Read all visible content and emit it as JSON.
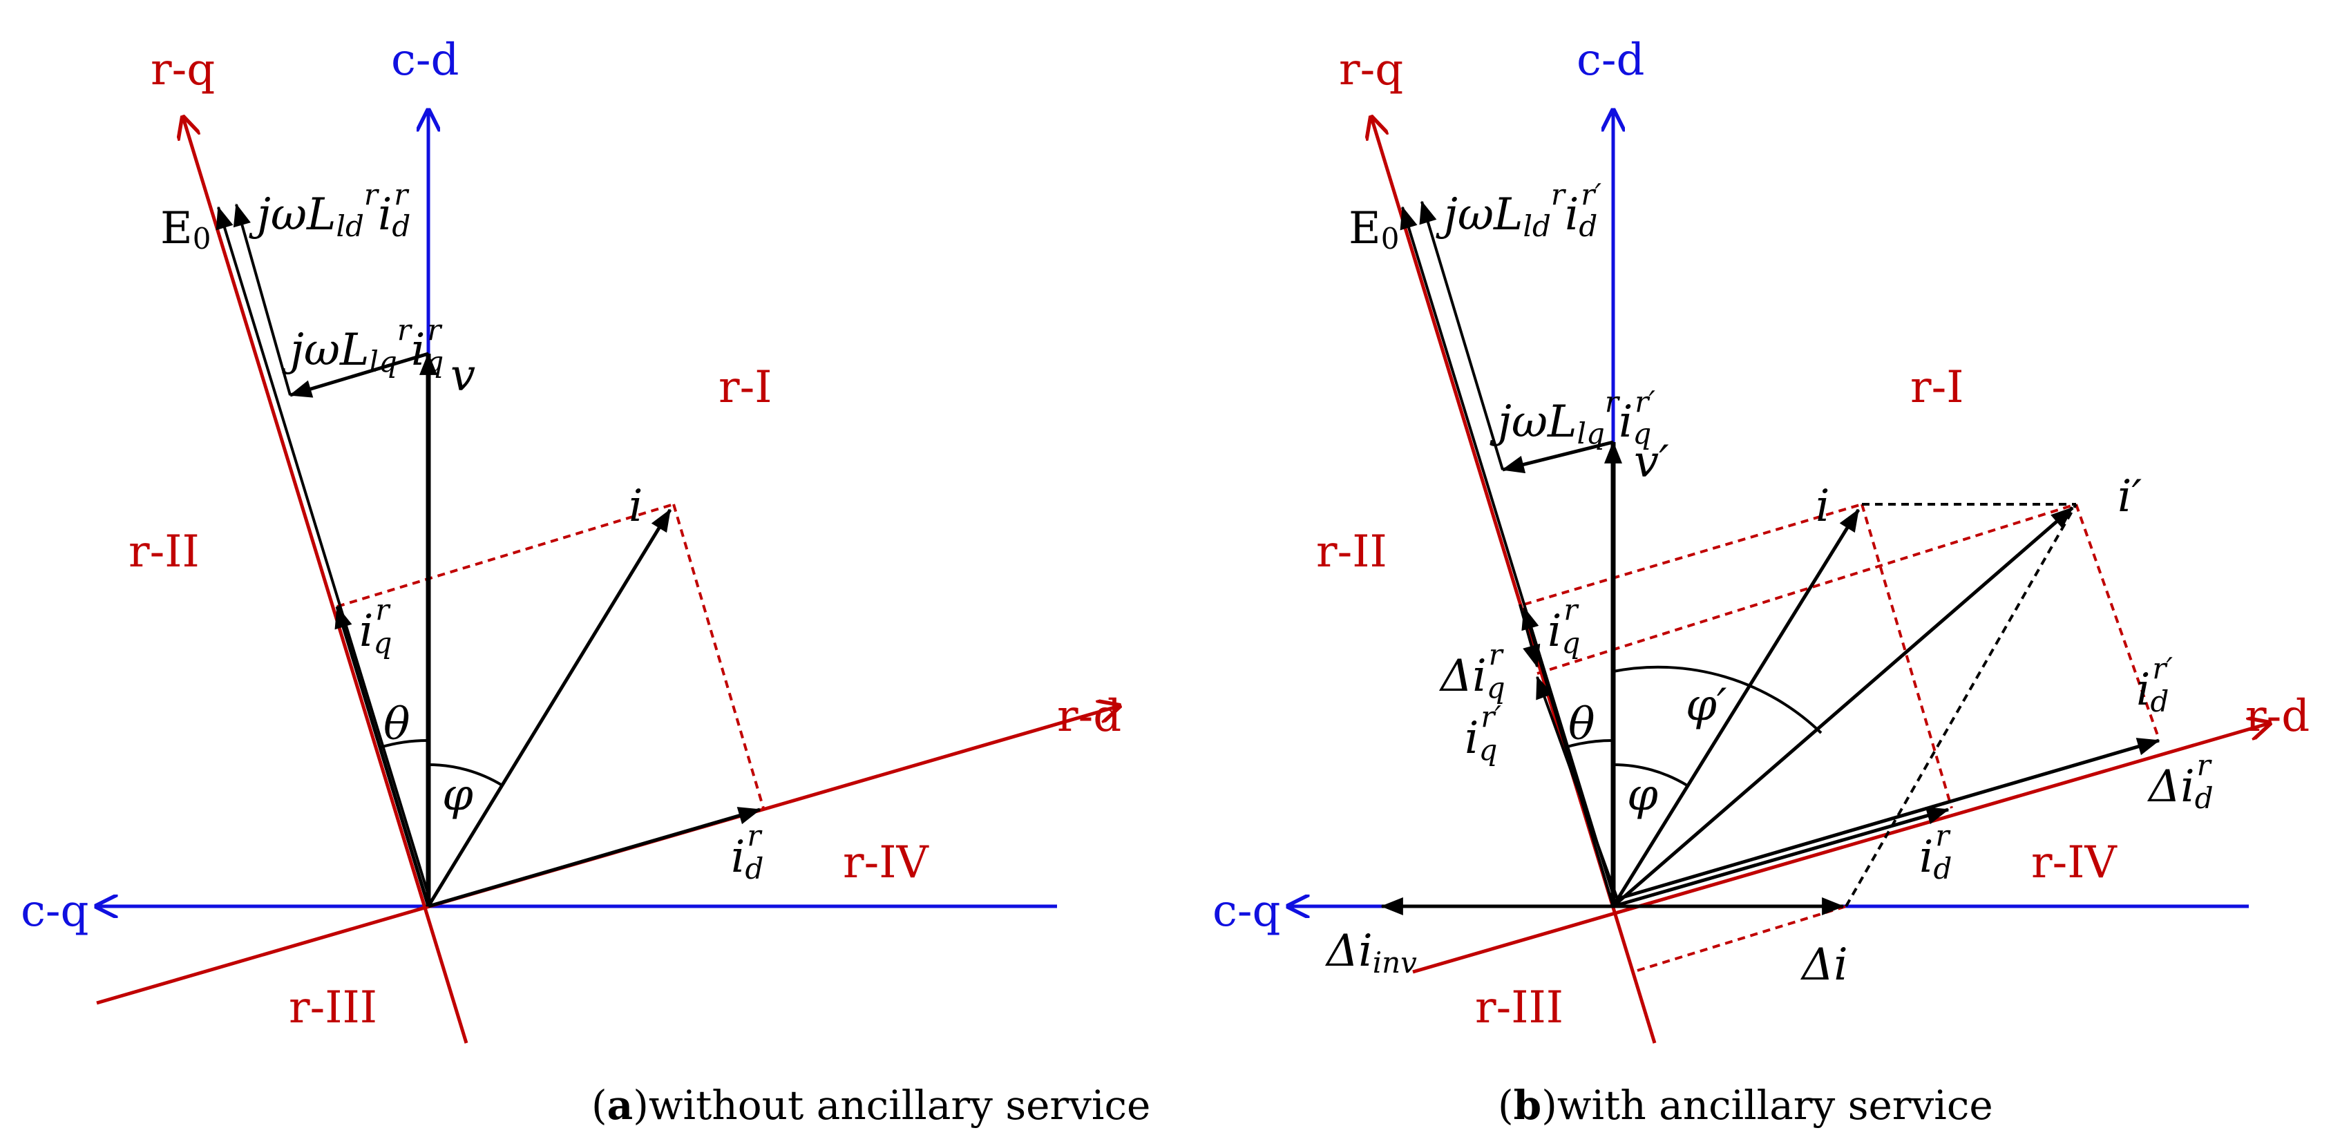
{
  "colors": {
    "rotor": "#c00000",
    "stationary": "#1010e0",
    "vector": "#000000"
  },
  "labels": {
    "axis_rq": "r-q",
    "axis_cd": "c-d",
    "axis_cq": "c-q",
    "axis_rd": "r-d",
    "region_1": "r-I",
    "region_2": "r-II",
    "region_3": "r-III",
    "region_4": "r-IV",
    "E0": "E",
    "E0_sub": "0",
    "j": "j",
    "omega": "ω",
    "L": "L",
    "ld": "ld",
    "lq": "lq",
    "i": "i",
    "r": "r",
    "d": "d",
    "q": "q",
    "prime": "′",
    "r_prime": "r′",
    "v": "v",
    "v_prime": "v′",
    "i_prime": "i′",
    "theta": "θ",
    "phi": "φ",
    "phi_prime": "φ′",
    "Delta": "Δ",
    "delta_i": "Δi",
    "inv": "inv"
  },
  "panels": [
    {
      "letter": "a",
      "caption_open": "(",
      "caption_close": ")",
      "caption_text": "without ancillary service"
    },
    {
      "letter": "b",
      "caption_open": "(",
      "caption_close": ")",
      "caption_text": "with ancillary service"
    }
  ]
}
